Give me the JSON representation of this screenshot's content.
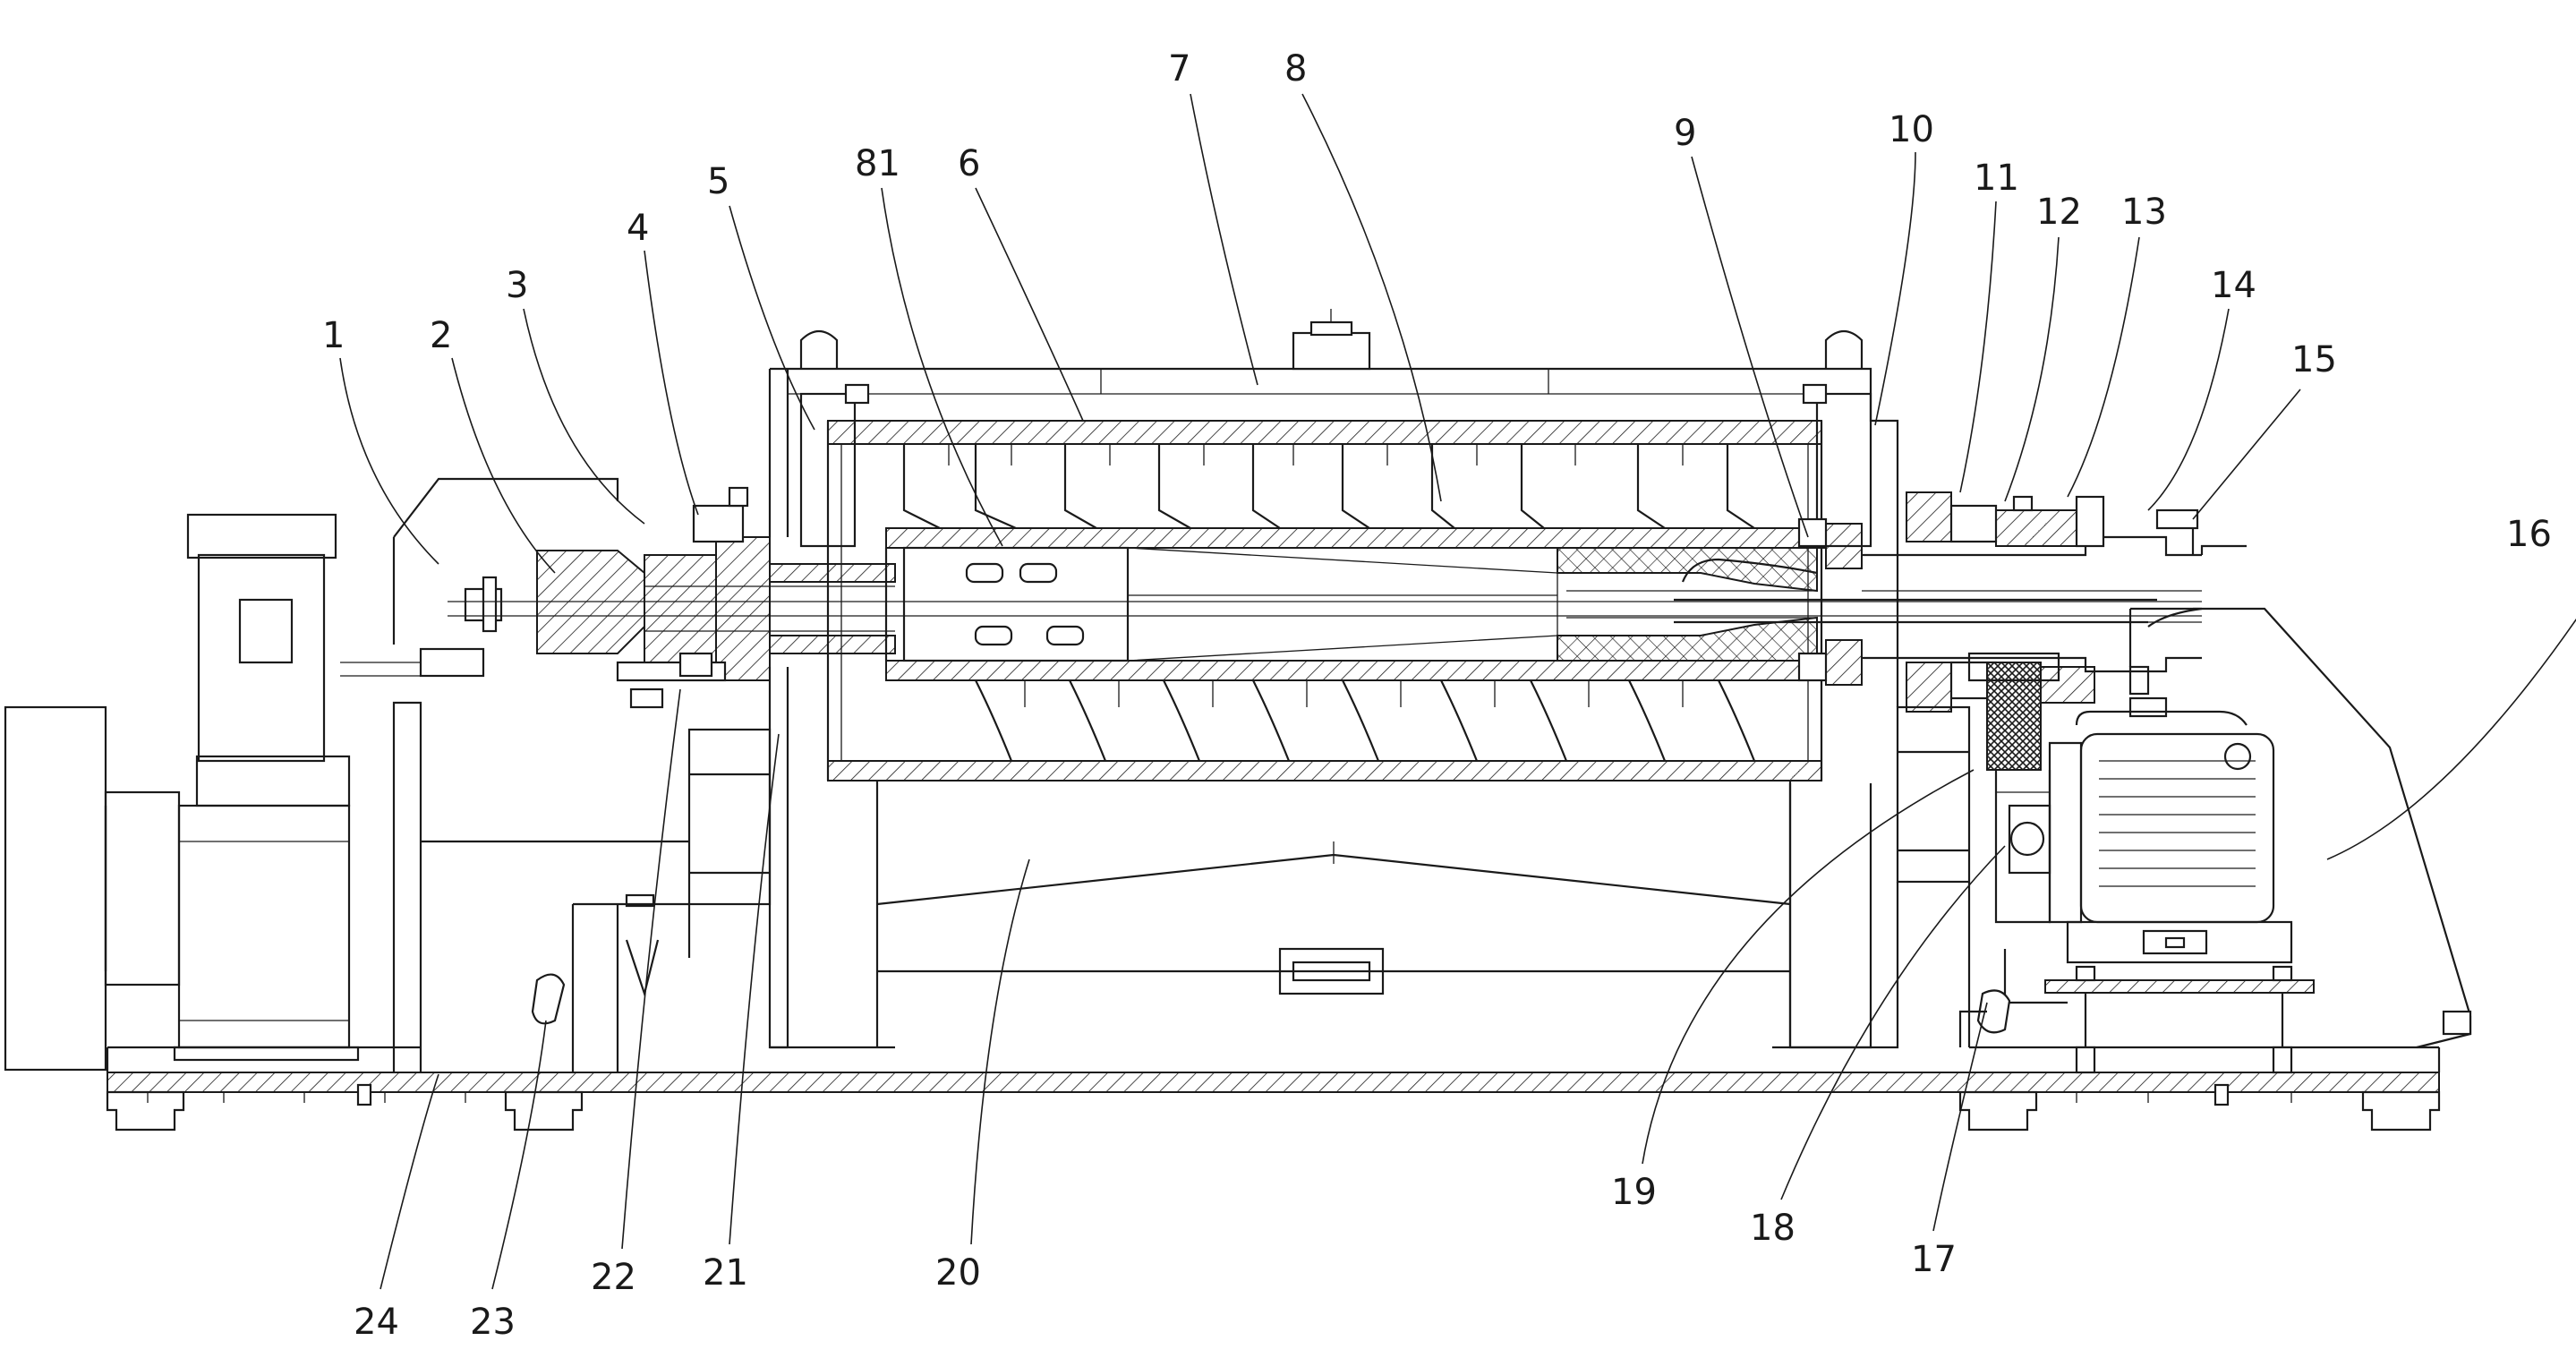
{
  "callouts": [
    {
      "id": "1",
      "label": "1"
    },
    {
      "id": "2",
      "label": "2"
    },
    {
      "id": "3",
      "label": "3"
    },
    {
      "id": "4",
      "label": "4"
    },
    {
      "id": "5",
      "label": "5"
    },
    {
      "id": "81",
      "label": "81"
    },
    {
      "id": "6",
      "label": "6"
    },
    {
      "id": "7",
      "label": "7"
    },
    {
      "id": "8",
      "label": "8"
    },
    {
      "id": "9",
      "label": "9"
    },
    {
      "id": "10",
      "label": "10"
    },
    {
      "id": "11",
      "label": "11"
    },
    {
      "id": "12",
      "label": "12"
    },
    {
      "id": "13",
      "label": "13"
    },
    {
      "id": "14",
      "label": "14"
    },
    {
      "id": "15",
      "label": "15"
    },
    {
      "id": "16",
      "label": "16"
    },
    {
      "id": "17",
      "label": "17"
    },
    {
      "id": "18",
      "label": "18"
    },
    {
      "id": "19",
      "label": "19"
    },
    {
      "id": "20",
      "label": "20"
    },
    {
      "id": "21",
      "label": "21"
    },
    {
      "id": "22",
      "label": "22"
    },
    {
      "id": "23",
      "label": "23"
    },
    {
      "id": "24",
      "label": "24"
    }
  ]
}
